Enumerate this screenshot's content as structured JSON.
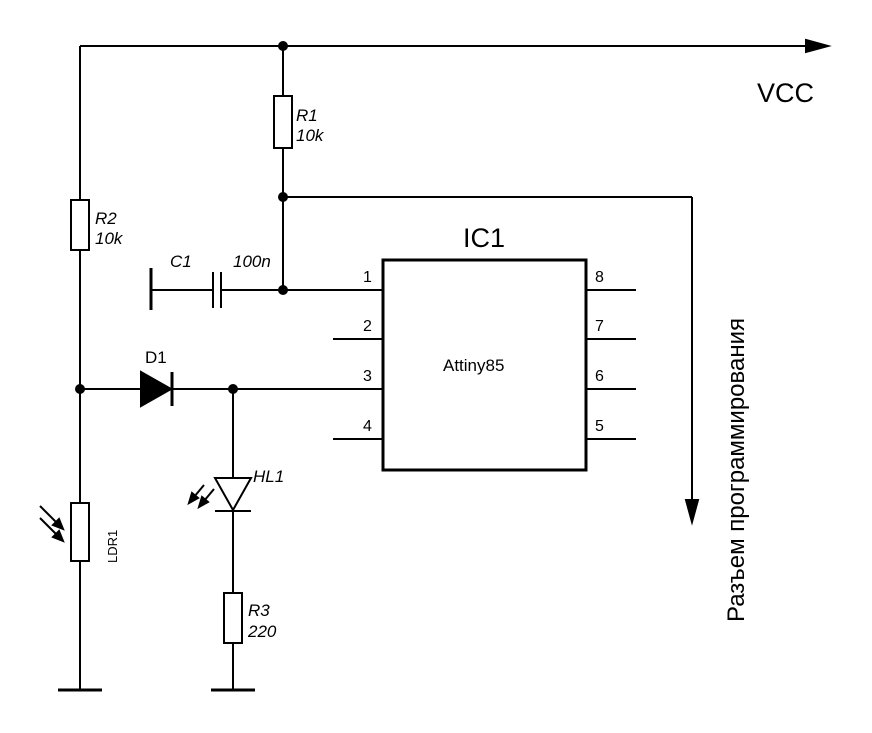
{
  "vcc": "VCC",
  "ic": {
    "ref": "IC1",
    "part": "Attiny85",
    "pins": [
      "1",
      "2",
      "3",
      "4",
      "5",
      "6",
      "7",
      "8"
    ]
  },
  "r1": {
    "ref": "R1",
    "value": "10k"
  },
  "r2": {
    "ref": "R2",
    "value": "10k"
  },
  "r3": {
    "ref": "R3",
    "value": "220"
  },
  "c1": {
    "ref": "C1",
    "value": "100n"
  },
  "d1": {
    "ref": "D1"
  },
  "hl1": {
    "ref": "HL1"
  },
  "ldr1": {
    "ref": "LDR1"
  },
  "connector": "Разъем программирования"
}
